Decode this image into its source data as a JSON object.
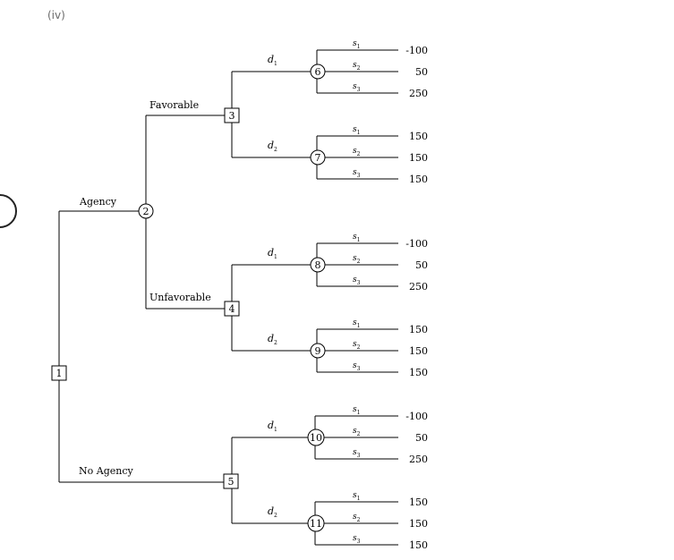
{
  "label": "(iv)",
  "root": {
    "id": "1",
    "branches": [
      {
        "label": "Agency",
        "chance_node": "2",
        "outcomes": [
          {
            "label": "Favorable",
            "decision_node": "3",
            "decisions": [
              {
                "label": "d",
                "sub": "1",
                "chance_node": "6",
                "states": [
                  {
                    "label": "s",
                    "sub": "1",
                    "payoff": "-100"
                  },
                  {
                    "label": "s",
                    "sub": "2",
                    "payoff": "50"
                  },
                  {
                    "label": "s",
                    "sub": "3",
                    "payoff": "250"
                  }
                ]
              },
              {
                "label": "d",
                "sub": "2",
                "chance_node": "7",
                "states": [
                  {
                    "label": "s",
                    "sub": "1",
                    "payoff": "150"
                  },
                  {
                    "label": "s",
                    "sub": "2",
                    "payoff": "150"
                  },
                  {
                    "label": "s",
                    "sub": "3",
                    "payoff": "150"
                  }
                ]
              }
            ]
          },
          {
            "label": "Unfavorable",
            "decision_node": "4",
            "decisions": [
              {
                "label": "d",
                "sub": "1",
                "chance_node": "8",
                "states": [
                  {
                    "label": "s",
                    "sub": "1",
                    "payoff": "-100"
                  },
                  {
                    "label": "s",
                    "sub": "2",
                    "payoff": "50"
                  },
                  {
                    "label": "s",
                    "sub": "3",
                    "payoff": "250"
                  }
                ]
              },
              {
                "label": "d",
                "sub": "2",
                "chance_node": "9",
                "states": [
                  {
                    "label": "s",
                    "sub": "1",
                    "payoff": "150"
                  },
                  {
                    "label": "s",
                    "sub": "2",
                    "payoff": "150"
                  },
                  {
                    "label": "s",
                    "sub": "3",
                    "payoff": "150"
                  }
                ]
              }
            ]
          }
        ]
      },
      {
        "label": "No Agency",
        "decision_node": "5",
        "decisions": [
          {
            "label": "d",
            "sub": "1",
            "chance_node": "10",
            "states": [
              {
                "label": "s",
                "sub": "1",
                "payoff": "-100"
              },
              {
                "label": "s",
                "sub": "2",
                "payoff": "50"
              },
              {
                "label": "s",
                "sub": "3",
                "payoff": "250"
              }
            ]
          },
          {
            "label": "d",
            "sub": "2",
            "chance_node": "11",
            "states": [
              {
                "label": "s",
                "sub": "1",
                "payoff": "150"
              },
              {
                "label": "s",
                "sub": "2",
                "payoff": "150"
              },
              {
                "label": "s",
                "sub": "3",
                "payoff": "150"
              }
            ]
          }
        ]
      }
    ]
  }
}
